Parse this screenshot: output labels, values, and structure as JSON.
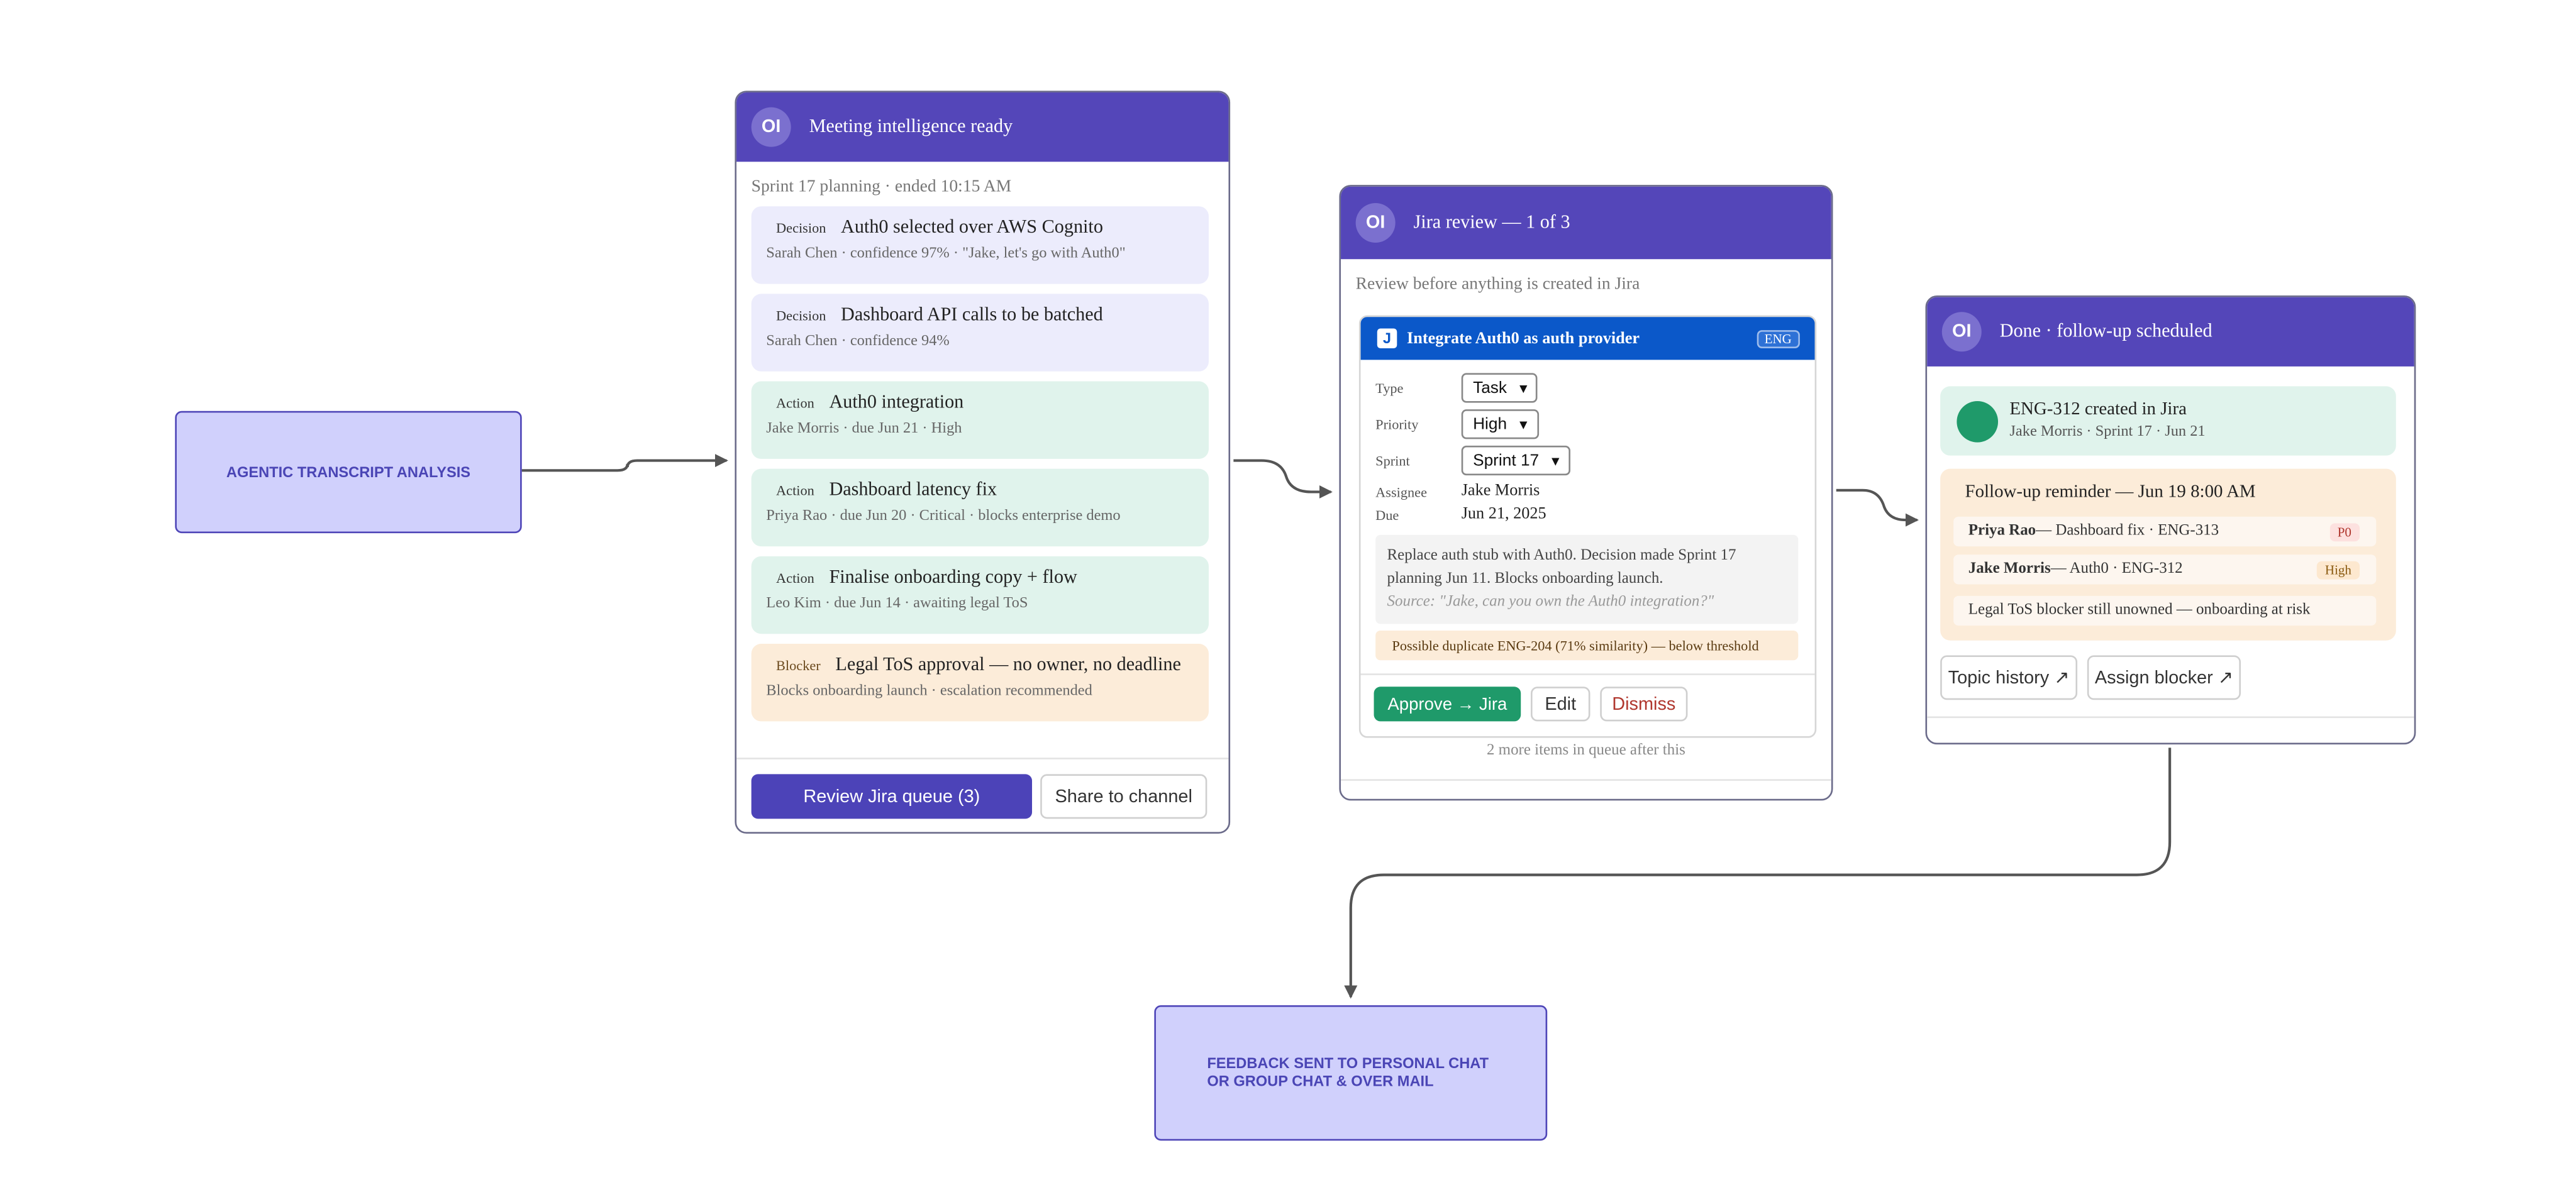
{
  "start_box": {
    "label": "AGENTIC TRANSCRIPT ANALYSIS"
  },
  "end_box": {
    "line1": "FEEDBACK SENT TO PERSONAL CHAT",
    "line2": "OR GROUP CHAT & OVER MAIL"
  },
  "card1": {
    "avatar": "OI",
    "title": "Meeting intelligence ready",
    "subtitle": "Sprint 17 planning · ended 10:15 AM",
    "items": [
      {
        "tag": "Decision",
        "title": "Auth0 selected over AWS Cognito",
        "meta": "Sarah Chen · confidence 97% · \"Jake, let's go with Auth0\""
      },
      {
        "tag": "Decision",
        "title": "Dashboard API calls to be batched",
        "meta": "Sarah Chen · confidence 94%"
      },
      {
        "tag": "Action",
        "title": "Auth0 integration",
        "meta": "Jake Morris · due Jun 21 · High"
      },
      {
        "tag": "Action",
        "title": "Dashboard latency fix",
        "meta": "Priya Rao · due Jun 20 · Critical · blocks enterprise demo"
      },
      {
        "tag": "Action",
        "title": "Finalise onboarding copy + flow",
        "meta": "Leo Kim · due Jun 14 · awaiting legal ToS"
      },
      {
        "tag": "Blocker",
        "title": "Legal ToS approval — no owner, no deadline",
        "meta": "Blocks onboarding launch · escalation recommended"
      }
    ],
    "primary_button": "Review Jira queue (3)",
    "secondary_button": "Share to channel"
  },
  "card2": {
    "avatar": "OI",
    "title": "Jira review — 1 of 3",
    "subtitle": "Review before anything is created in Jira",
    "issue": {
      "icon_letter": "J",
      "title": "Integrate Auth0 as auth provider",
      "project": "ENG",
      "type_label": "Type",
      "type_value": "Task",
      "priority_label": "Priority",
      "priority_value": "High",
      "sprint_label": "Sprint",
      "sprint_value": "Sprint 17",
      "assignee_label": "Assignee",
      "assignee_value": "Jake Morris",
      "due_label": "Due",
      "due_value": "Jun 21, 2025",
      "description": "Replace auth stub with Auth0. Decision made Sprint 17 planning Jun 11. Blocks onboarding launch.",
      "source": "Source: \"Jake, can you own the Auth0 integration?\"",
      "duplicate_warning": "Possible duplicate ENG-204 (71% similarity) — below threshold"
    },
    "approve_button": "Approve → Jira",
    "edit_button": "Edit",
    "dismiss_button": "Dismiss",
    "queue_note": "2 more items in queue after this"
  },
  "card3": {
    "avatar": "OI",
    "title": "Done · follow-up scheduled",
    "created_title": "ENG-312 created in Jira",
    "created_meta": "Jake Morris · Sprint 17 · Jun 21",
    "followup_title": "Follow-up reminder — Jun 19 8:00 AM",
    "rows": [
      {
        "name": "Priya Rao",
        "text": " — Dashboard fix · ENG-313",
        "badge": "P0"
      },
      {
        "name": "Jake Morris",
        "text": " — Auth0 · ENG-312",
        "badge": "High"
      },
      {
        "name": "",
        "text": "Legal ToS blocker still unowned — onboarding at risk",
        "badge": ""
      }
    ],
    "topic_button": "Topic history ↗",
    "assign_button": "Assign blocker ↗"
  },
  "colors": {
    "header": "#5446b9",
    "decision": "#ececfc",
    "action": "#e0f3ec",
    "blocker": "#fcecd9",
    "jira": "#0b58c9",
    "approve": "#1f9a6a",
    "box": "#d0d0fc"
  }
}
